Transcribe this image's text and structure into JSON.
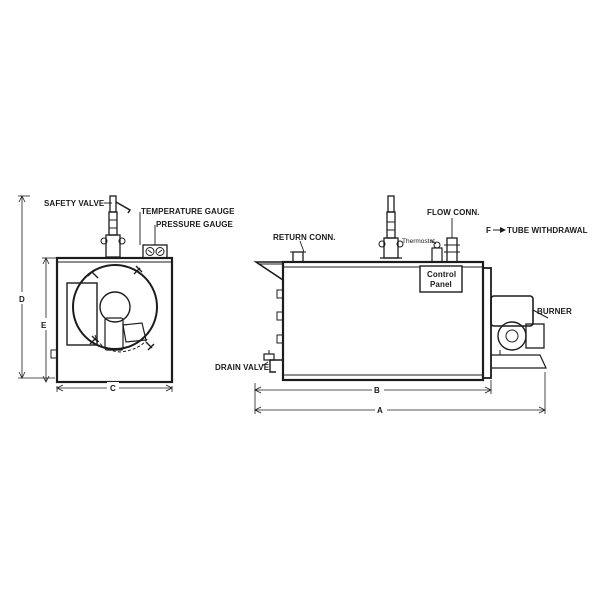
{
  "labels": {
    "safety_valve": "SAFETY VALVE",
    "temperature_gauge": "TEMPERATURE GAUGE",
    "pressure_gauge": "PRESSURE GAUGE",
    "return_conn": "RETURN CONN.",
    "flow_conn": "FLOW CONN.",
    "thermostat": "Thermostat",
    "tube_withdrawal": "TUBE WITHDRAWAL",
    "control_panel_line1": "Control",
    "control_panel_line2": "Panel",
    "burner": "BURNER",
    "drain_valve": "DRAIN VALVE"
  },
  "dimensions": {
    "a": "A",
    "b": "B",
    "c": "C",
    "d": "D",
    "e": "E",
    "f": "F"
  },
  "icons": [
    "arrow-right-icon"
  ]
}
